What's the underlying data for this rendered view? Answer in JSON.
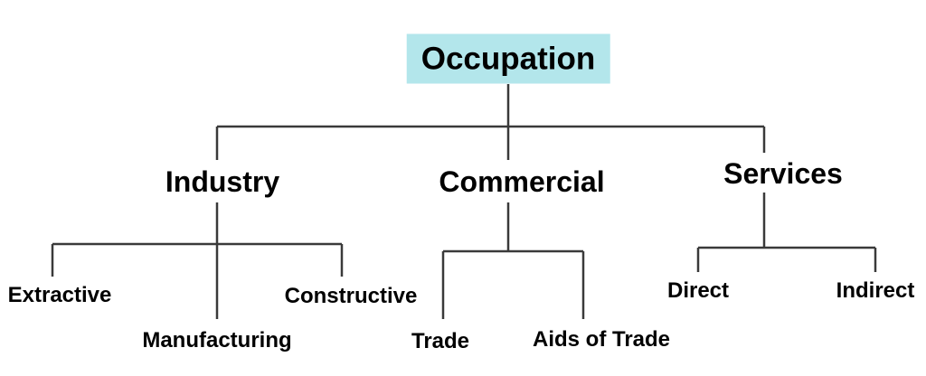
{
  "colors": {
    "root_highlight": "#b3e6eb",
    "line": "#3a3a3a",
    "text": "#000000",
    "background": "#ffffff"
  },
  "tree": {
    "root": {
      "label": "Occupation"
    },
    "branches": [
      {
        "label": "Industry",
        "children": [
          {
            "label": "Extractive"
          },
          {
            "label": "Manufacturing"
          },
          {
            "label": "Constructive"
          }
        ]
      },
      {
        "label": "Commercial",
        "children": [
          {
            "label": "Trade"
          },
          {
            "label": "Aids of Trade"
          }
        ]
      },
      {
        "label": "Services",
        "children": [
          {
            "label": "Direct"
          },
          {
            "label": "Indirect"
          }
        ]
      }
    ]
  }
}
